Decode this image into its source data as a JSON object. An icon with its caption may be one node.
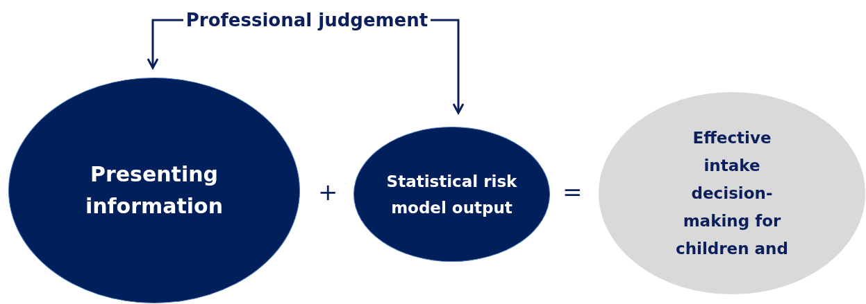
{
  "diagram": {
    "nodes": [
      {
        "text": [
          "Professional judgement"
        ]
      },
      {
        "text": [
          "Presenting information"
        ]
      },
      {
        "text": [
          "Statistical risk model output"
        ]
      },
      {
        "text": [
          "Effective intake decision-making for children and"
        ]
      }
    ],
    "edges": [
      {
        "from": 0,
        "to": 1,
        "arrow": "to"
      },
      {
        "from": 0,
        "to": 2,
        "arrow": "to"
      }
    ],
    "labels": [
      "+",
      "="
    ]
  }
}
